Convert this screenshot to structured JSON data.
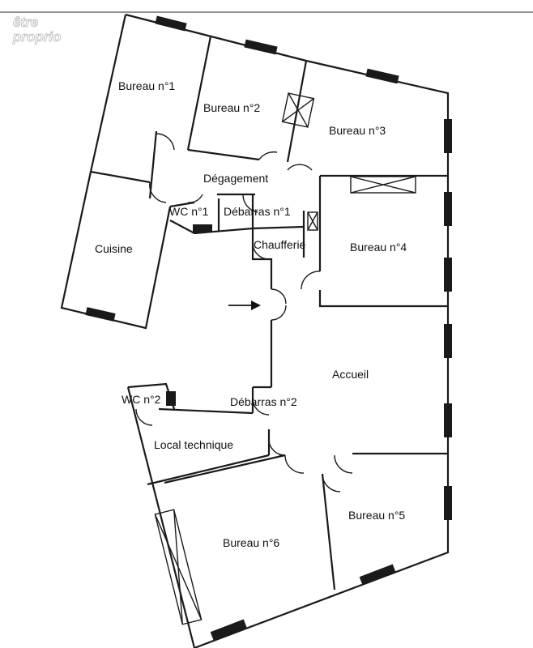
{
  "watermark": {
    "line1": "être",
    "line2": "proprio"
  },
  "rooms": {
    "bureau1": "Bureau n°1",
    "bureau2": "Bureau n°2",
    "bureau3": "Bureau n°3",
    "degagement": "Dégagement",
    "wc1": "WC n°1",
    "debarras1": "Débarras n°1",
    "cuisine": "Cuisine",
    "chaufferie": "Chaufferie",
    "bureau4": "Bureau n°4",
    "accueil": "Accueil",
    "wc2": "WC n°2",
    "debarras2": "Débarras n°2",
    "local_technique": "Local technique",
    "bureau5": "Bureau n°5",
    "bureau6": "Bureau n°6"
  }
}
